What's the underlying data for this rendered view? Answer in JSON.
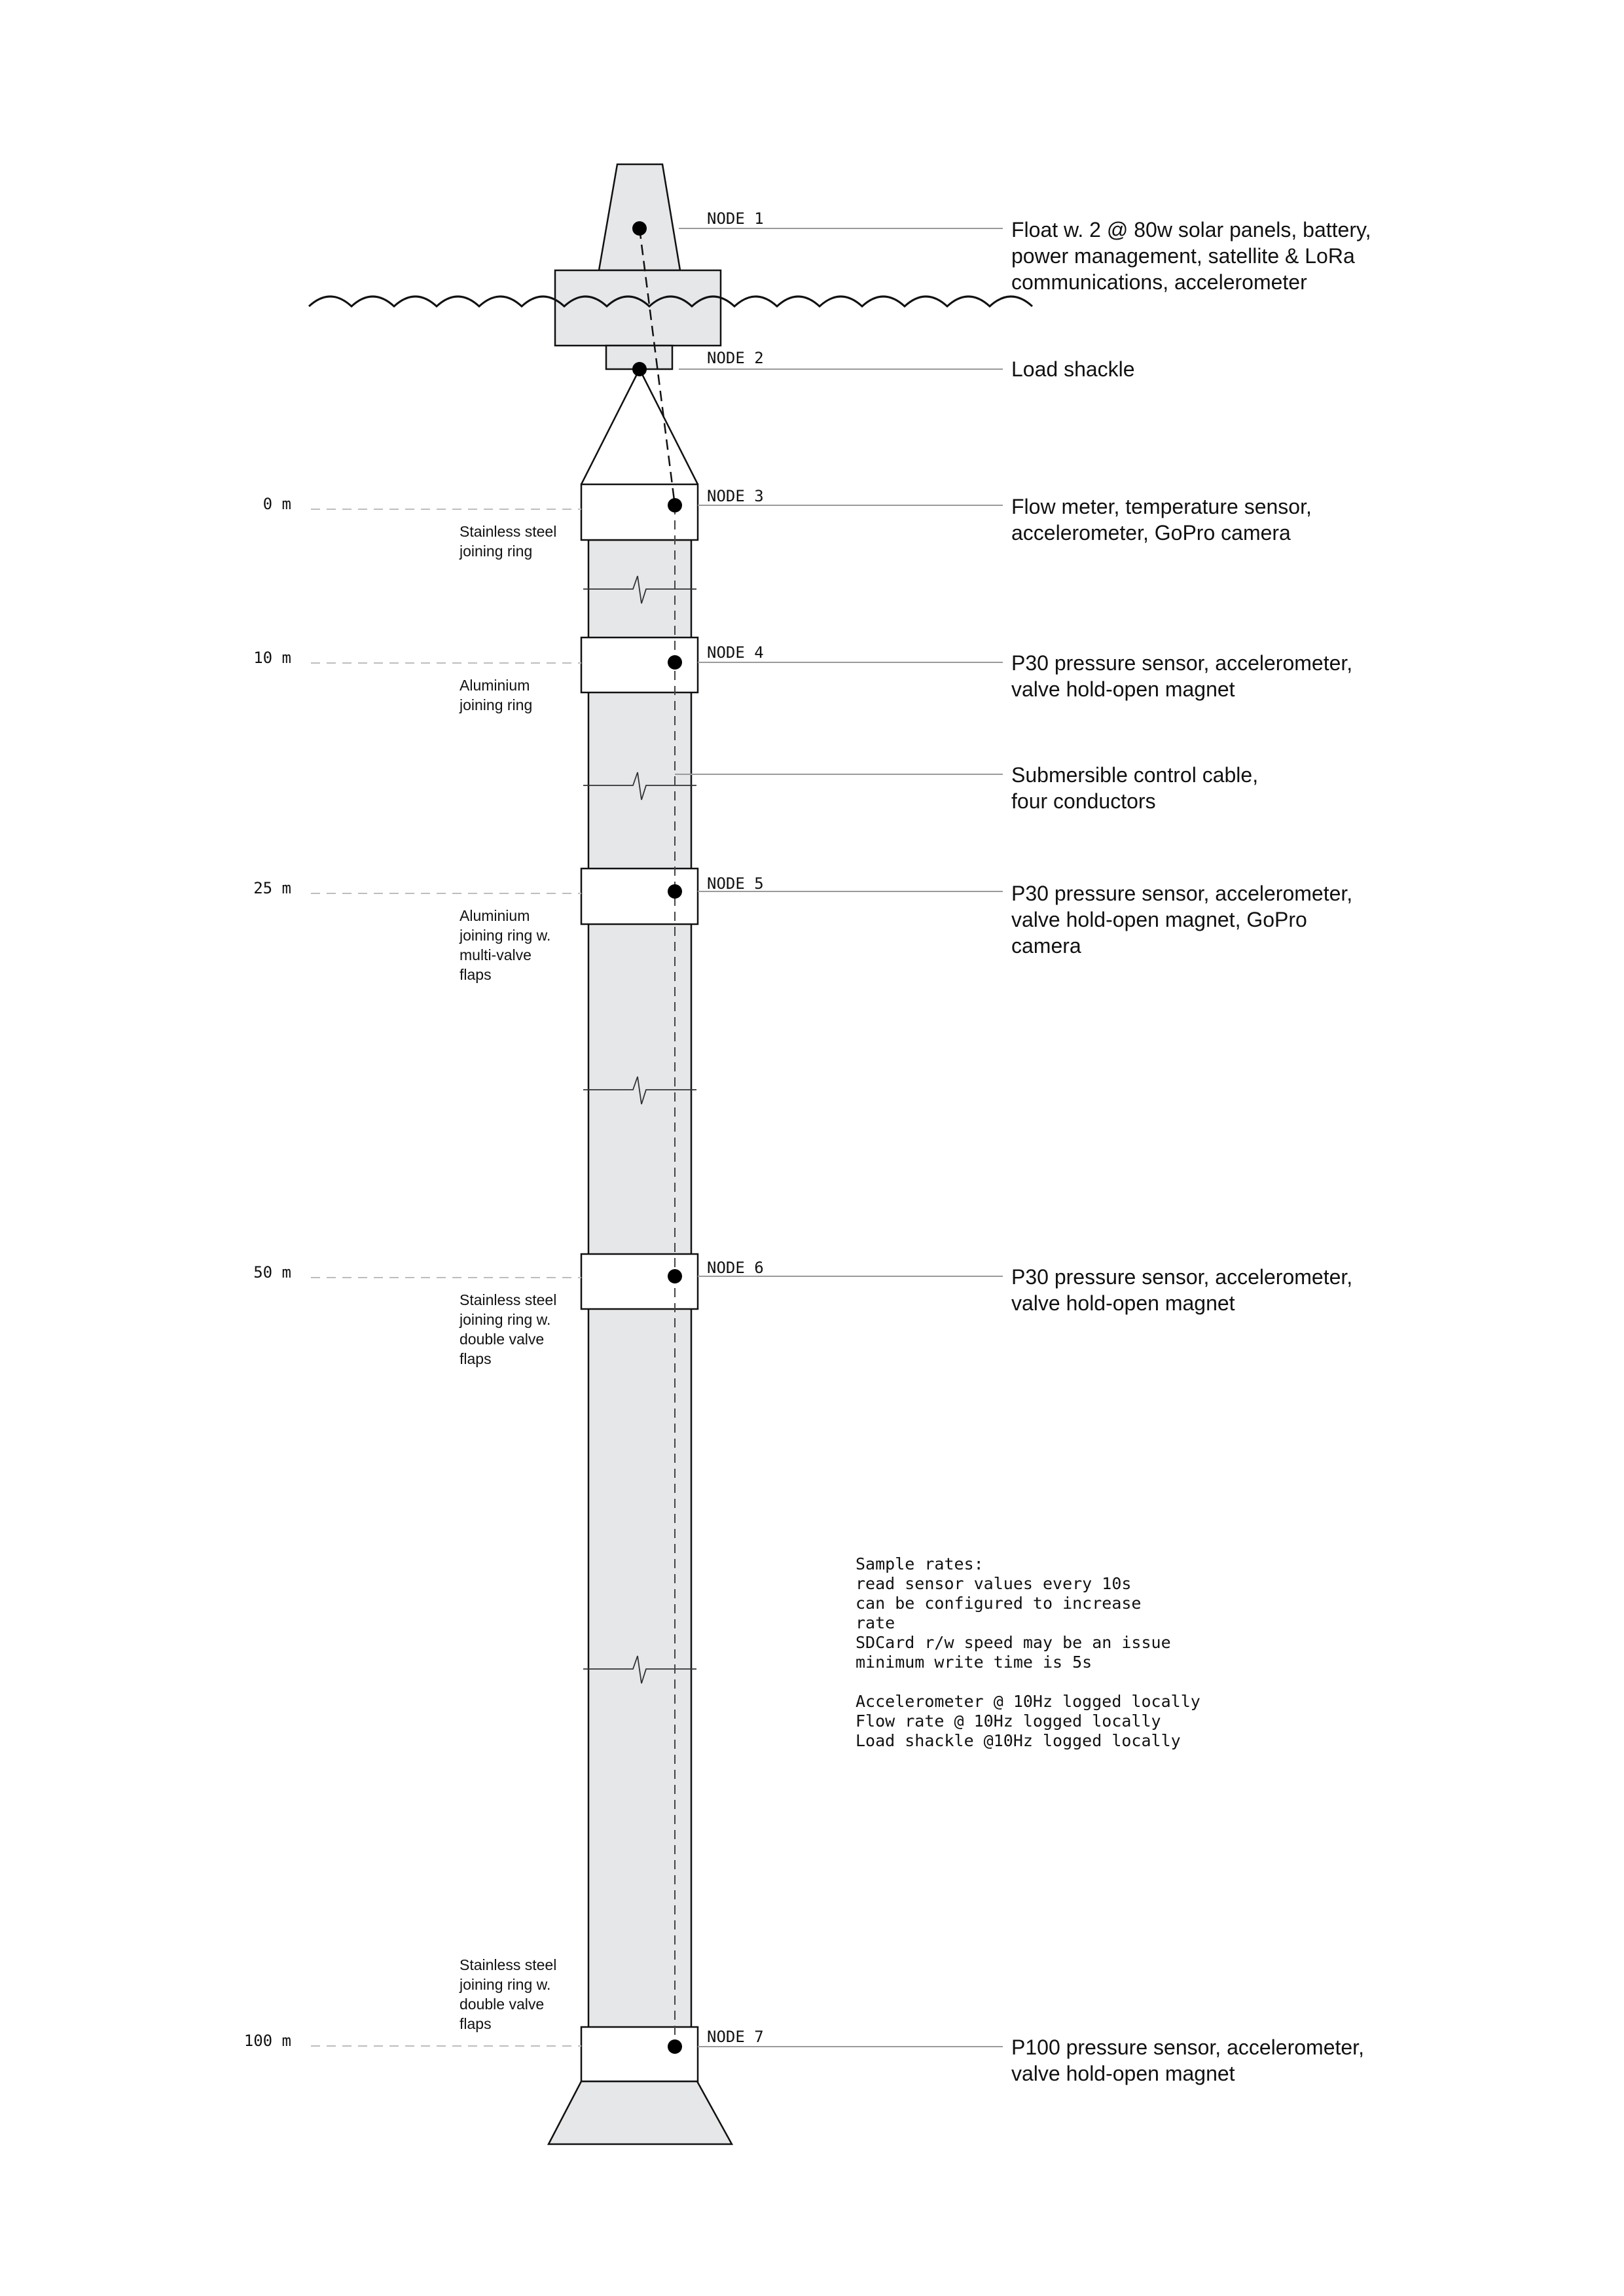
{
  "nodes": [
    {
      "id": "NODE 1",
      "description": [
        "Float w. 2 @ 80w solar panels, battery,",
        "power management, satellite & LoRa",
        "communications, accelerometer"
      ]
    },
    {
      "id": "NODE 2",
      "description": [
        "Load shackle"
      ]
    },
    {
      "id": "NODE 3",
      "description": [
        "Flow meter, temperature sensor,",
        "accelerometer, GoPro camera"
      ]
    },
    {
      "id": "NODE 4",
      "description": [
        "P30 pressure sensor, accelerometer,",
        "valve hold-open magnet"
      ]
    },
    {
      "id": "NODE 5",
      "description": [
        "P30 pressure sensor, accelerometer,",
        "valve hold-open magnet, GoPro",
        "camera"
      ]
    },
    {
      "id": "NODE 6",
      "description": [
        "P30 pressure sensor, accelerometer,",
        "valve hold-open magnet"
      ]
    },
    {
      "id": "NODE 7",
      "description": [
        "P100 pressure sensor, accelerometer,",
        "valve hold-open magnet"
      ]
    }
  ],
  "cable": {
    "description": [
      "Submersible control cable,",
      "four conductors"
    ]
  },
  "depths": [
    "0 m",
    "10 m",
    "25 m",
    "50 m",
    "100 m"
  ],
  "rings": [
    {
      "label": [
        "Stainless steel",
        "joining ring"
      ]
    },
    {
      "label": [
        "Aluminium",
        "joining ring"
      ]
    },
    {
      "label": [
        "Aluminium",
        "joining ring w.",
        "multi-valve",
        "flaps"
      ]
    },
    {
      "label": [
        "Stainless steel",
        "joining ring w.",
        "double valve",
        "flaps"
      ]
    },
    {
      "label": [
        "Stainless steel",
        "joining ring w.",
        "double valve",
        "flaps"
      ]
    }
  ],
  "sample_rates": [
    "Sample rates:",
    "read sensor values every 10s",
    "can be configured to increase",
    "rate",
    "SDCard r/w speed may be an issue",
    "minimum write time is 5s",
    "",
    "Accelerometer @ 10Hz logged locally",
    "Flow rate @ 10Hz logged locally",
    "Load shackle @10Hz logged locally"
  ],
  "colors": {
    "pipe_fill": "#e6e7e9",
    "ink": "#111111",
    "leader": "#9a9a9a"
  }
}
